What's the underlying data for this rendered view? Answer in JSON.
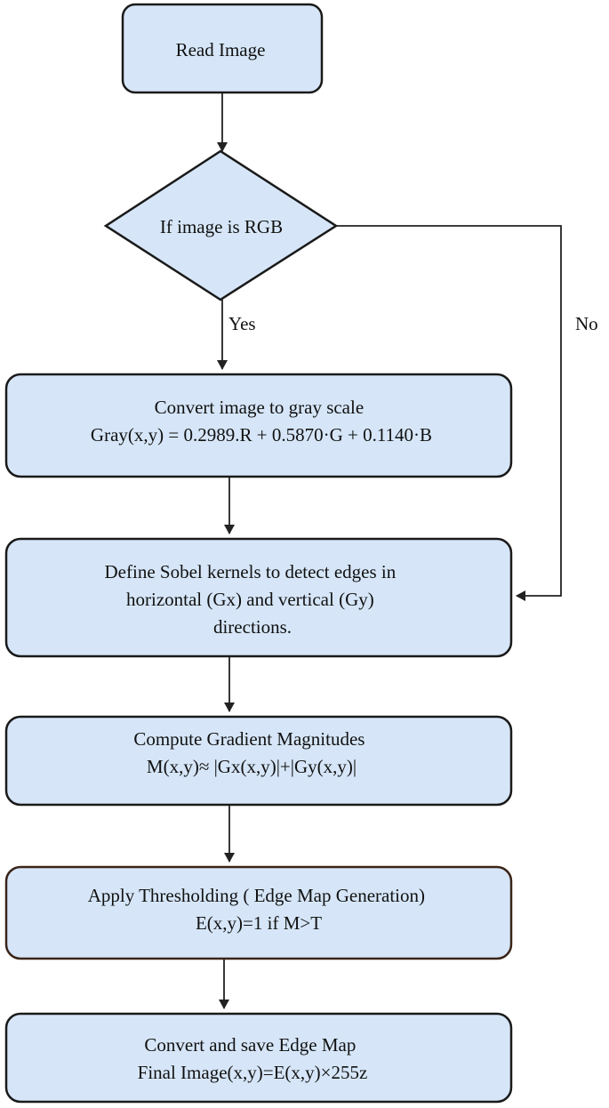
{
  "diagram": {
    "nodes": {
      "read_image": {
        "lines": [
          "Read Image"
        ]
      },
      "is_rgb": {
        "lines": [
          "If image is RGB"
        ]
      },
      "gray_scale": {
        "lines": [
          "Convert image to gray scale",
          "Gray(x,y) = 0.2989.R + 0.5870·G + 0.1140·B"
        ]
      },
      "sobel": {
        "lines": [
          "Define Sobel kernels to detect edges in",
          "horizontal (Gx) and vertical (Gy)",
          "directions."
        ]
      },
      "gradient": {
        "lines": [
          "Compute Gradient Magnitudes",
          "M(x,y)≈ |Gx(x,y)|+|Gy(x,y)|"
        ]
      },
      "threshold": {
        "lines": [
          "Apply Thresholding ( Edge Map Generation)",
          "E(x,y)=1 if M>T"
        ]
      },
      "save": {
        "lines": [
          "Convert and save Edge Map",
          "Final Image(x,y)=E(x,y)×255z"
        ]
      }
    },
    "edges": {
      "yes_label": "Yes",
      "no_label": "No"
    },
    "colors": {
      "node_fill": "#d6e6f8",
      "node_stroke": "#1a1a1a",
      "threshold_stroke": "#3a2418",
      "line": "#222222"
    }
  }
}
